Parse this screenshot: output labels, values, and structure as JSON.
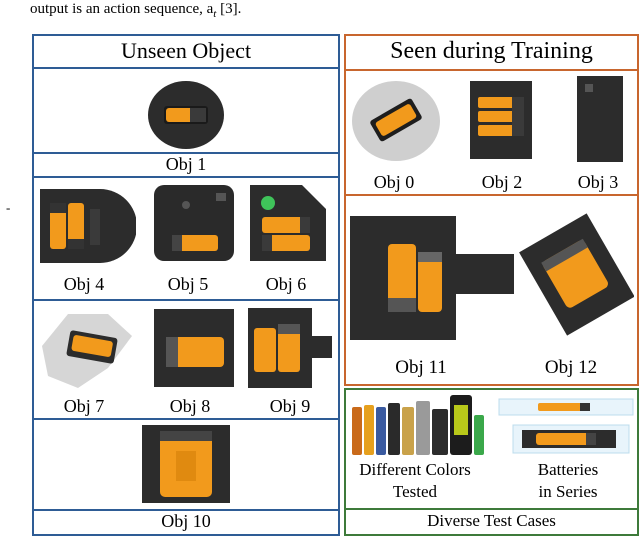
{
  "header_text": "output is an action sequence, a",
  "header_sub": "t",
  "header_cite": " [3].",
  "left_panel": {
    "title": "Unseen Object",
    "labels": [
      "Obj 1",
      "Obj 4",
      "Obj 5",
      "Obj 6",
      "Obj 7",
      "Obj 8",
      "Obj 9",
      "Obj 10"
    ]
  },
  "right_panel": {
    "title": "Seen during Training",
    "labels": [
      "Obj 0",
      "Obj 2",
      "Obj 3",
      "Obj 11",
      "Obj 12"
    ]
  },
  "test_panel": {
    "caption_left_1": "Different Colors",
    "caption_left_2": "Tested",
    "caption_right_1": "Batteries",
    "caption_right_2": "in Series",
    "footer": "Diverse Test Cases"
  },
  "colors": {
    "blue_border": "#2e5c95",
    "orange_border": "#c8662e",
    "green_border": "#3d7a3a",
    "battery_orange": "#f29a1c",
    "holder_dark": "#2c2c2c"
  }
}
